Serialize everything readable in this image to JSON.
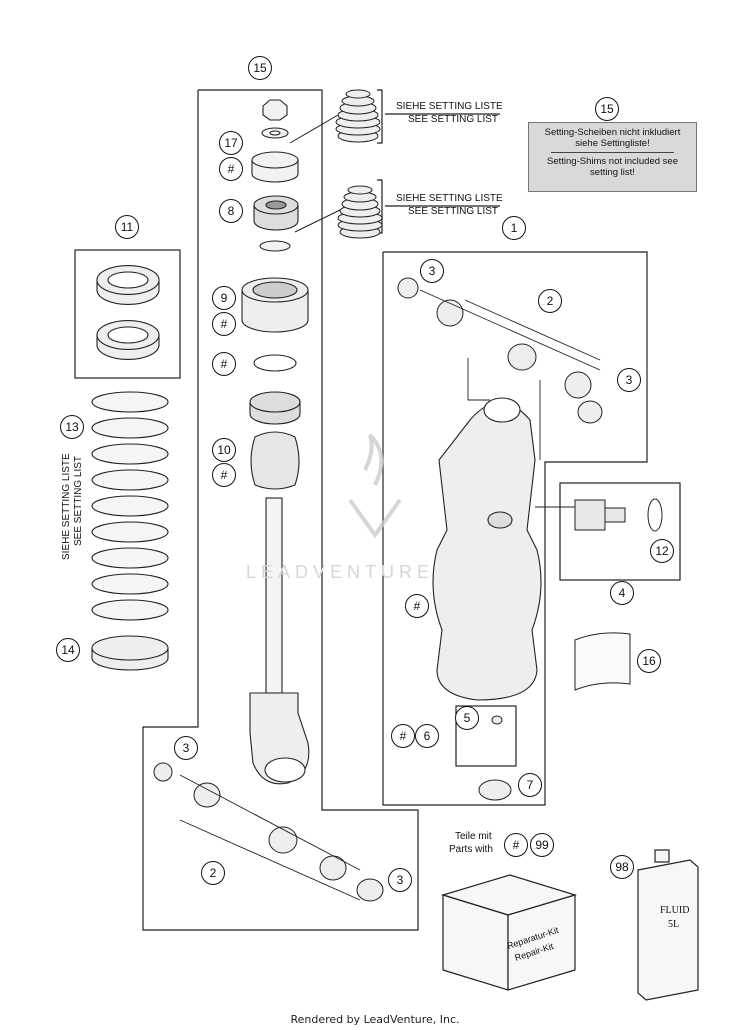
{
  "setting_list_labels": {
    "de": "SIEHE SETTING LISTE",
    "en": "SEE SETTING LIST"
  },
  "vertical_label": {
    "de": "SIEHE SETTING LISTE",
    "en": "SEE SETTING LIST"
  },
  "note": {
    "ref": "15",
    "de": "Setting-Scheiben nicht inkludiert siehe Settingliste!",
    "en": "Setting-Shims not included see setting list!"
  },
  "parts_with": {
    "de": "Teile mit",
    "en": "Parts with",
    "hash": "#",
    "ref": "99"
  },
  "kit_box": {
    "line1": "Reparatur-Kit",
    "line2": "Repair-Kit"
  },
  "fluid_can": {
    "line1": "FLUID",
    "line2": "5L"
  },
  "watermark": "LEADVENTURE",
  "callouts": {
    "c15_top": "15",
    "c17": "17",
    "c_hash1": "#",
    "c8": "8",
    "c9": "9",
    "c_hash2": "#",
    "c_hash3": "#",
    "c10": "10",
    "c_hash4": "#",
    "c11": "11",
    "c13": "13",
    "c14": "14",
    "c1": "1",
    "c3_a": "3",
    "c2_a": "2",
    "c3_b": "3",
    "c12": "12",
    "c4": "4",
    "c_hash5": "#",
    "c16": "16",
    "c5": "5",
    "c_hash6": "#",
    "c6": "6",
    "c7": "7",
    "c3_c": "3",
    "c2_b": "2",
    "c3_d": "3",
    "c98": "98"
  },
  "footer": "Rendered by LeadVenture, Inc."
}
